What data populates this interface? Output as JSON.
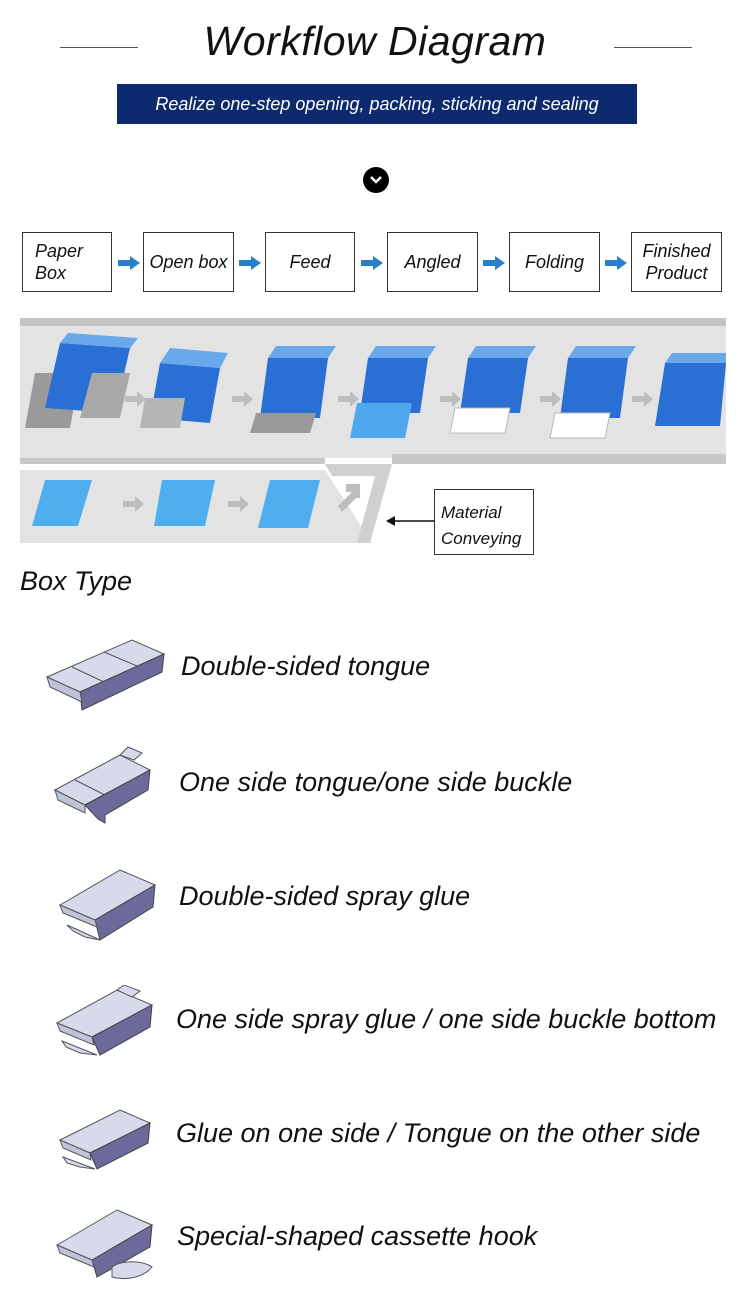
{
  "header": {
    "title": "Workflow Diagram",
    "subtitle": "Realize one-step opening, packing, sticking and sealing"
  },
  "workflow": {
    "steps": [
      "Paper\nBox",
      "Open box",
      "Feed",
      "Angled",
      "Folding",
      "Finished\nProduct"
    ],
    "arrow_color": "#2a7fc9",
    "material_label": "Material\nConveying"
  },
  "box_type": {
    "heading": "Box Type",
    "types": [
      "Double-sided tongue",
      "One side tongue/one side buckle",
      "Double-sided spray glue",
      "One side spray glue / one side buckle bottom",
      "Glue on one side / Tongue on the other side",
      "Special-shaped cassette hook"
    ]
  },
  "colors": {
    "banner": "#0d2a6e",
    "box_blue": "#3a9be6",
    "box_face": "#d6daea",
    "box_side": "#6b6a9a"
  }
}
